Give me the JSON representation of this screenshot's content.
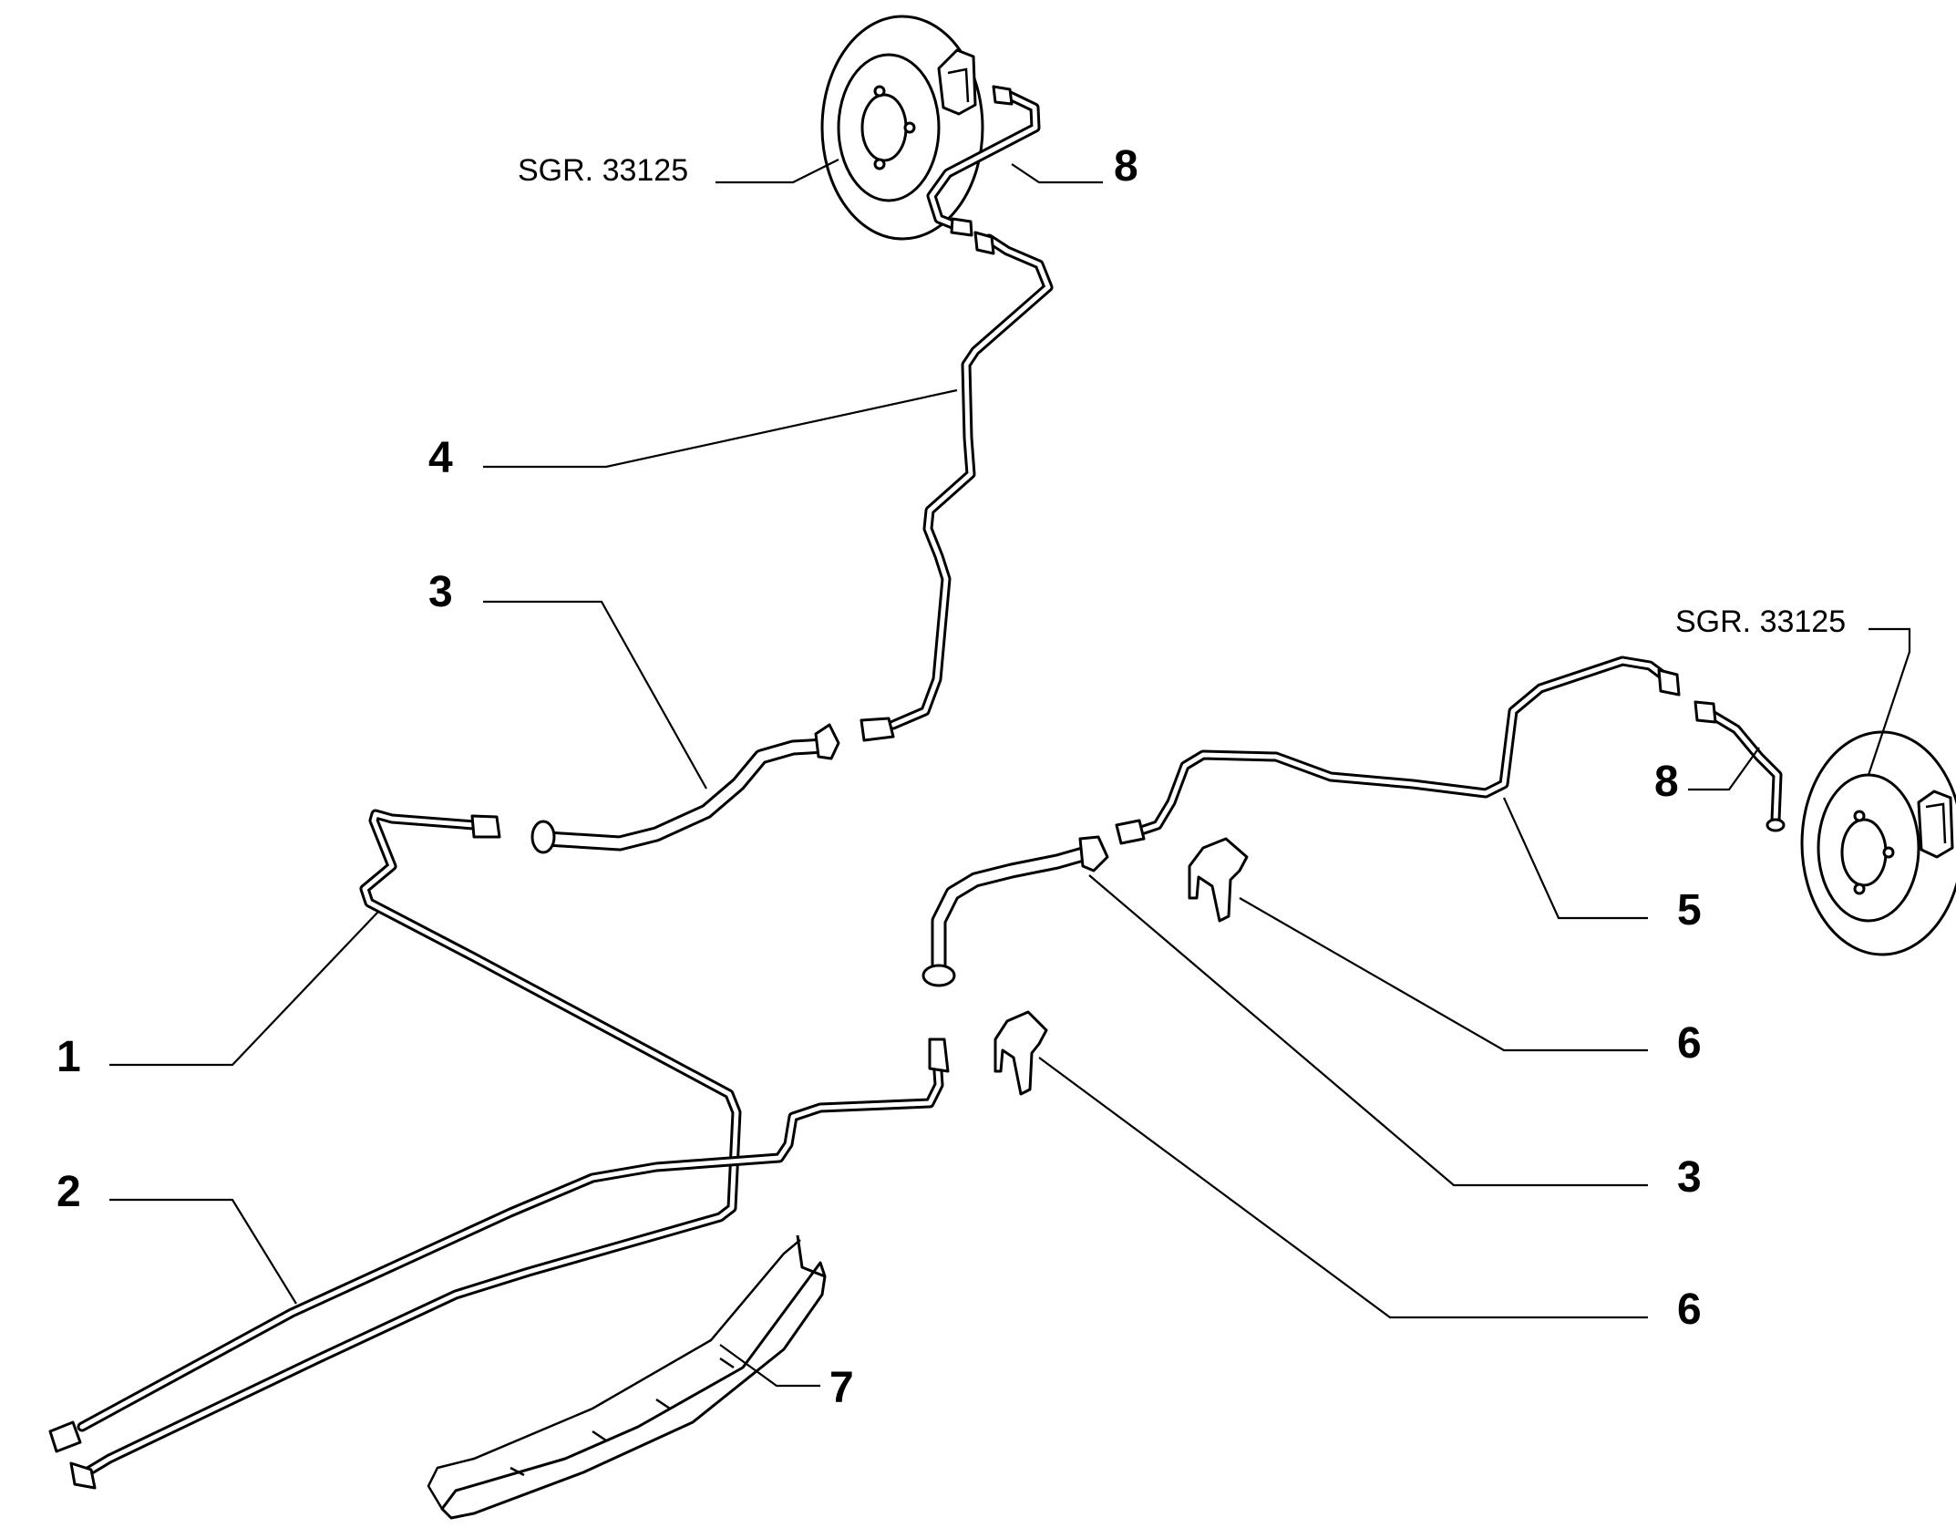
{
  "callouts": {
    "c1": "1",
    "c2": "2",
    "c3a": "3",
    "c3b": "3",
    "c4": "4",
    "c5": "5",
    "c6a": "6",
    "c6b": "6",
    "c7": "7",
    "c8a": "8",
    "c8b": "8"
  },
  "references": {
    "top_disc": "SGR. 33125",
    "right_disc": "SGR. 33125"
  }
}
